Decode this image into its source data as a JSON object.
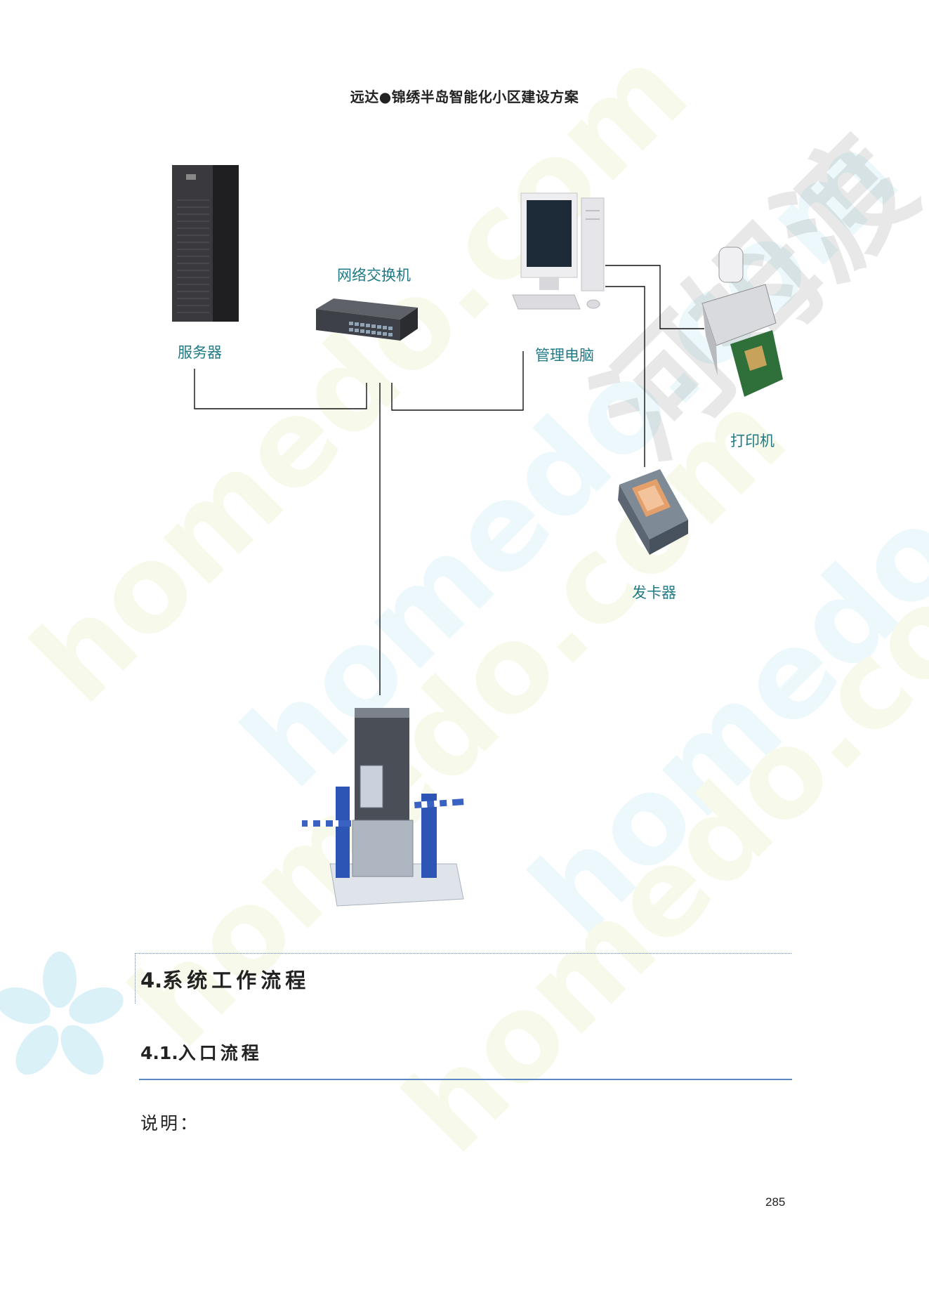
{
  "header": {
    "title": "远达●锦绣半岛智能化小区建设方案"
  },
  "diagram": {
    "labels": {
      "switch": "网络交换机",
      "server": "服务器",
      "pc": "管理电脑",
      "printer": "打印机",
      "card_issuer": "发卡器"
    }
  },
  "section": {
    "h1_number": "4.",
    "h1_text": "系统工作流程",
    "h2_number": "4.1.",
    "h2_text": "入口流程",
    "paragraph": "说明："
  },
  "footer": {
    "page_number": "285"
  },
  "watermark": {
    "text_latin": "homedo.com",
    "text_cn": "河姆渡"
  },
  "colors": {
    "label_teal": "#1f7a86",
    "rule_blue": "#5b87c4"
  }
}
